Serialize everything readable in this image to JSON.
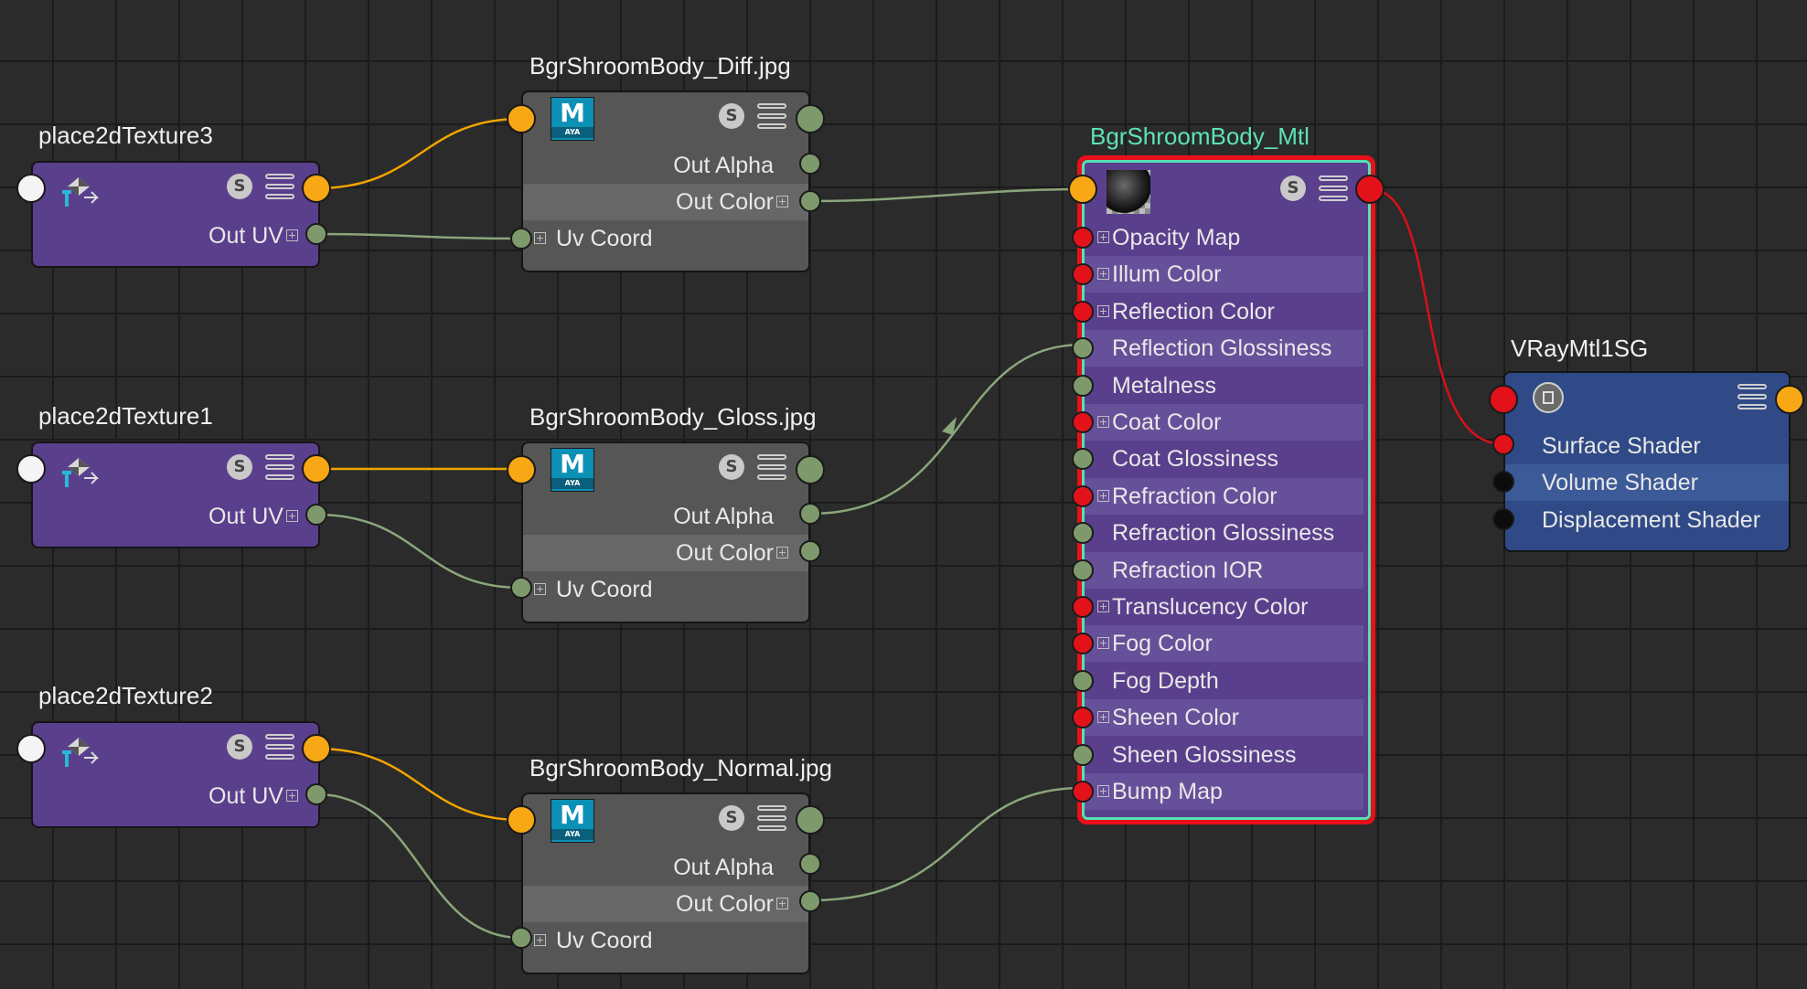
{
  "nodes": {
    "place3": {
      "title": "place2dTexture3",
      "out_uv": "Out UV"
    },
    "place1": {
      "title": "place2dTexture1",
      "out_uv": "Out UV"
    },
    "place2": {
      "title": "place2dTexture2",
      "out_uv": "Out UV"
    },
    "diff": {
      "title": "BgrShroomBody_Diff.jpg",
      "out_alpha": "Out Alpha",
      "out_color": "Out Color",
      "uv_coord": "Uv Coord"
    },
    "gloss": {
      "title": "BgrShroomBody_Gloss.jpg",
      "out_alpha": "Out Alpha",
      "out_color": "Out Color",
      "uv_coord": "Uv Coord"
    },
    "normal": {
      "title": "BgrShroomBody_Normal.jpg",
      "out_alpha": "Out Alpha",
      "out_color": "Out Color",
      "uv_coord": "Uv Coord"
    },
    "mtl": {
      "title": "BgrShroomBody_Mtl",
      "attrs": [
        "Opacity Map",
        "Illum Color",
        "Reflection Color",
        "Reflection Glossiness",
        "Metalness",
        "Coat Color",
        "Coat Glossiness",
        "Refraction Color",
        "Refraction Glossiness",
        "Refraction IOR",
        "Translucency Color",
        "Fog Color",
        "Fog Depth",
        "Sheen Color",
        "Sheen Glossiness",
        "Bump Map"
      ]
    },
    "sg": {
      "title": "VRayMtl1SG",
      "surface": "Surface Shader",
      "volume": "Volume Shader",
      "displacement": "Displacement Shader"
    }
  },
  "icons": {
    "swatch": "S",
    "maya_logo": "M",
    "maya_sub": "AYA"
  },
  "colors": {
    "background": "#2b2b2b",
    "util_node": "#5a3f8c",
    "file_node": "#565656",
    "sg_node": "#2f4a86",
    "port_orange": "#f8a814",
    "port_green": "#7e9a6c",
    "port_red": "#e3121a",
    "selection_outline": "#55e0b3",
    "wire_orange": "#f0a400",
    "wire_green": "#8aa67a",
    "wire_red": "#d9101a"
  }
}
